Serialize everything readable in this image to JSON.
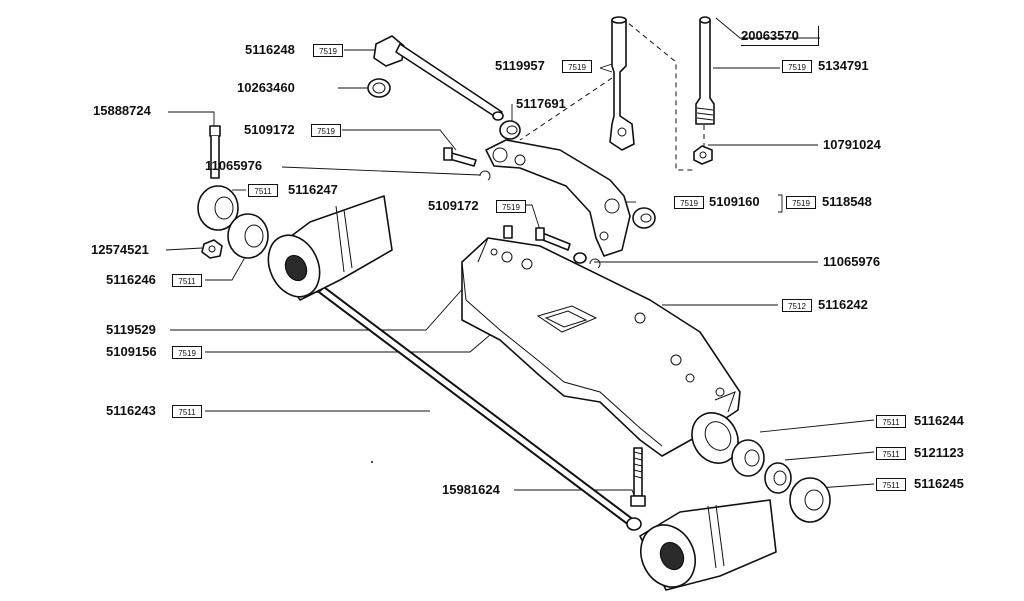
{
  "labels": {
    "p20063570": "20063570",
    "p5116248": "5116248",
    "p5119957": "5119957",
    "p5134791": "5134791",
    "p10263460": "10263460",
    "p5117691": "5117691",
    "p15888724": "15888724",
    "p5109172a": "5109172",
    "p10791024": "10791024",
    "p11065976a": "11065976",
    "p5116247": "5116247",
    "p5109172b": "5109172",
    "p5109160": "5109160",
    "p5118548": "5118548",
    "p12574521": "12574521",
    "p11065976b": "11065976",
    "p5116246": "5116246",
    "p5116242": "5116242",
    "p5119529": "5119529",
    "p5109156": "5109156",
    "p5116243": "5116243",
    "p5116244": "5116244",
    "p5121123": "5121123",
    "p15981624": "15981624",
    "p5116245": "5116245"
  },
  "refs": {
    "r7519": "7519",
    "r7511": "7511",
    "r7512": "7512"
  }
}
